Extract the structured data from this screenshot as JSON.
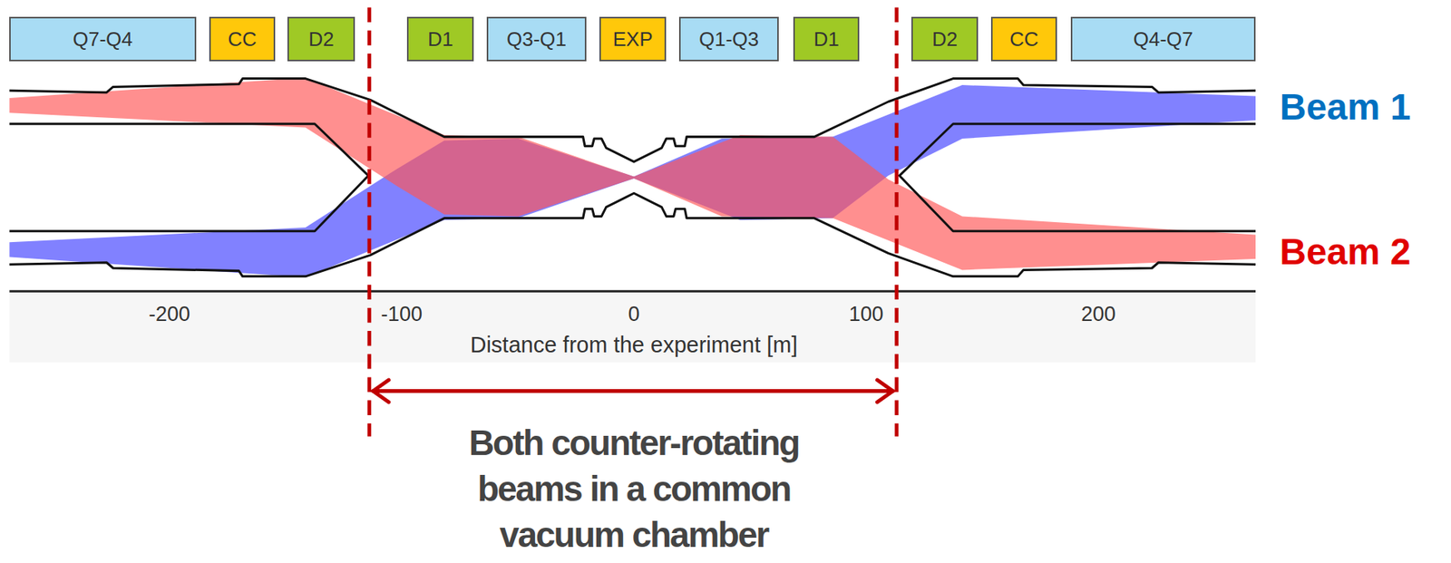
{
  "diagram": {
    "nodes": [
      {
        "text": [
          "Q7-Q4"
        ]
      },
      {
        "text": [
          "CC"
        ]
      },
      {
        "text": [
          "D2"
        ]
      },
      {
        "text": [
          "D1"
        ]
      },
      {
        "text": [
          "Q3-Q1"
        ]
      },
      {
        "text": [
          "EXP"
        ]
      },
      {
        "text": [
          "Q1-Q3"
        ]
      },
      {
        "text": [
          "D1"
        ]
      },
      {
        "text": [
          "D2"
        ]
      },
      {
        "text": [
          "CC"
        ]
      },
      {
        "text": [
          "Q4-Q7"
        ]
      }
    ],
    "labels": [
      "Beam 1",
      "Beam 2",
      "-200",
      "-100",
      "0",
      "100",
      "200",
      "Distance from the experiment [m]",
      "Both counter-rotating beams in a common vacuum chamber"
    ]
  }
}
